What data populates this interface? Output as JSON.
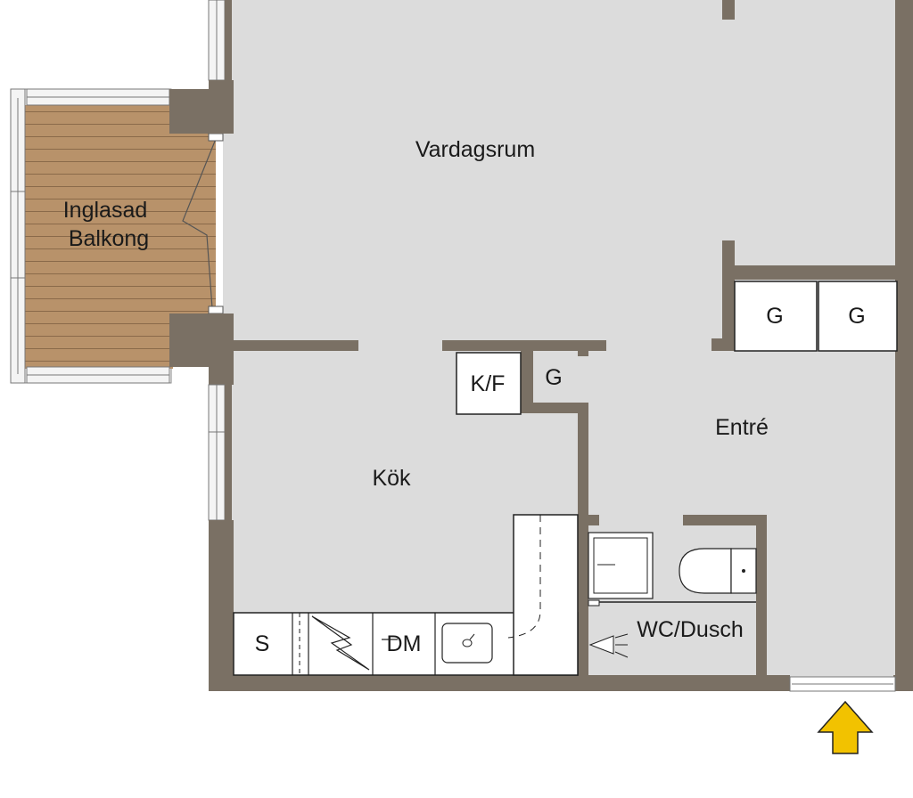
{
  "plan": {
    "colors": {
      "floor": "#dcdcdc",
      "wall": "#7a7064",
      "wood": "#b8926a",
      "wood_line": "#8a6a4a",
      "entry_arrow": "#f2c200"
    },
    "rooms": {
      "living": "Vardagsrum",
      "balcony_line1": "Inglasad",
      "balcony_line2": "Balkong",
      "kitchen": "Kök",
      "entrance": "Entré",
      "bathroom": "WC/Dusch"
    },
    "fixtures": {
      "fridge_freezer": "K/F",
      "wardrobe_small": "G",
      "wardrobe_1": "G",
      "wardrobe_2": "G",
      "stove": "S",
      "dishwasher": "DM"
    },
    "icons": [
      "entry-arrow-icon",
      "shower-icon",
      "toilet-icon",
      "sink-icon",
      "lamp-icon"
    ]
  }
}
